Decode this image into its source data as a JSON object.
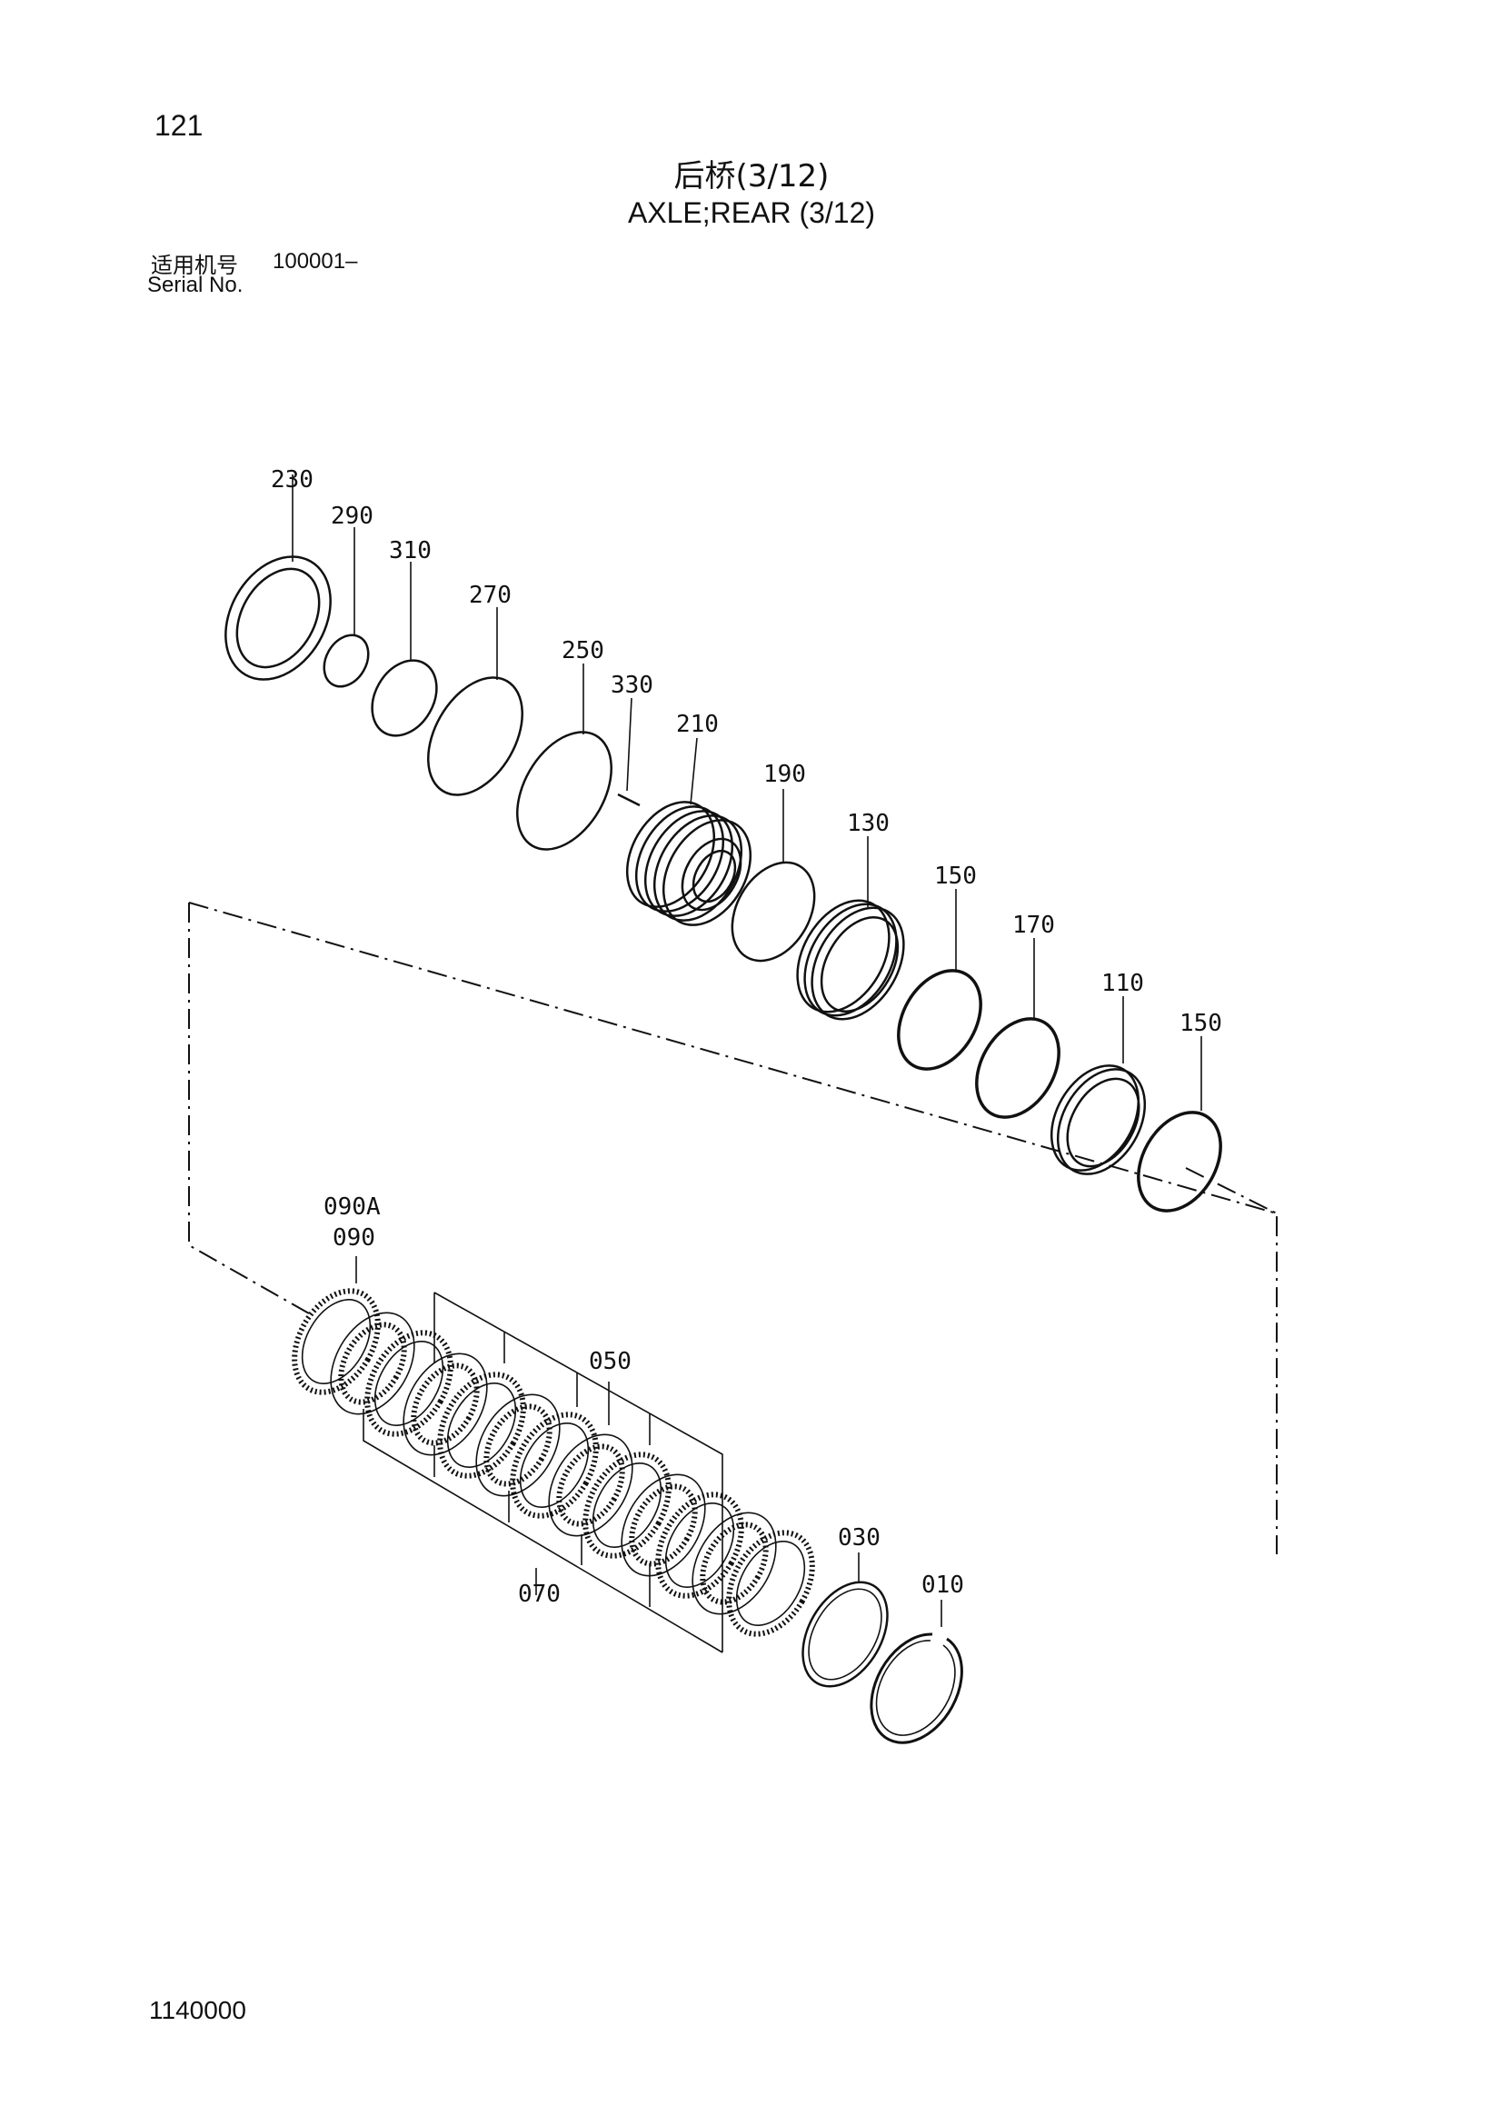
{
  "page_number": "121",
  "title_cn": "后桥(3/12)",
  "title_en": "AXLE;REAR (3/12)",
  "serial": {
    "label_cn": "适用机号",
    "value": "100001–",
    "label_en": "Serial No."
  },
  "doc_code": "1140000",
  "part_labels": {
    "p230": "230",
    "p290": "290",
    "p310": "310",
    "p270": "270",
    "p250": "250",
    "p330": "330",
    "p210": "210",
    "p190": "190",
    "p130": "130",
    "p150a": "150",
    "p170": "170",
    "p110": "110",
    "p150b": "150",
    "p090a": "090A",
    "p090": "090",
    "p050": "050",
    "p070": "070",
    "p030": "030",
    "p010": "010"
  }
}
